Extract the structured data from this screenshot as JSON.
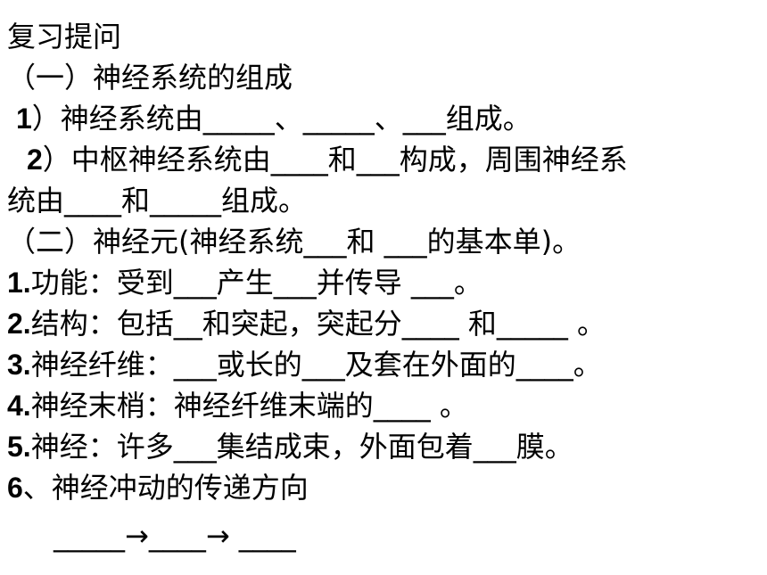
{
  "title": "复习提问",
  "section1": {
    "heading": "（一）神经系统的组成",
    "q1_num": "1",
    "q1_text": "）神经系统由_____、_____、___组成。",
    "q2_num": "2",
    "q2_text": "）中枢神经系统由____和___构成，周围神经系",
    "q2_cont": "统由____和_____组成。"
  },
  "section2": {
    "heading": "（二）神经元(神经系统___和 ___的基本单)。",
    "items": [
      {
        "num": "1.",
        "text": "功能：受到___产生___并传导 ___。"
      },
      {
        "num": "2.",
        "text": "结构：包括__和突起，突起分____ 和_____ 。"
      },
      {
        "num": "3.",
        "text": "神经纤维：___或长的___及套在外面的____。"
      },
      {
        "num": "4.",
        "text": "神经末梢：神经纤维末端的____ 。"
      },
      {
        "num": "5.",
        "text": "神经：许多___集结成束，外面包着___膜。"
      },
      {
        "num": "6",
        "text": "、神经冲动的传递方向"
      }
    ]
  },
  "arrow_line": "_____→____→ ____"
}
